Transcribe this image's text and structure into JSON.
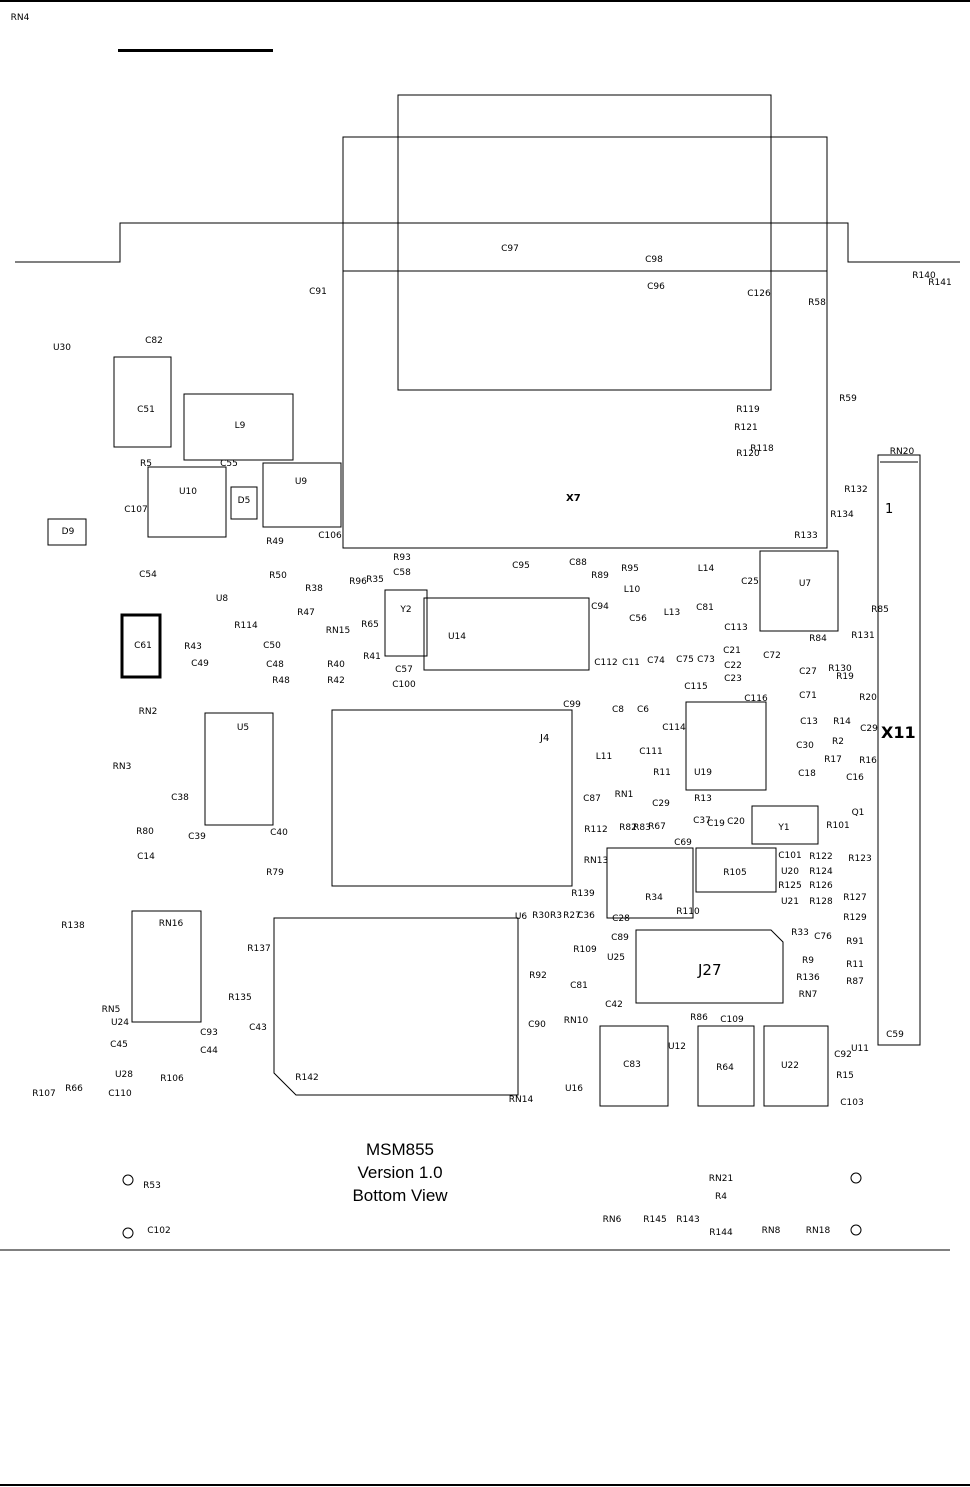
{
  "title_lines": [
    "MSM855",
    "Version 1.0",
    "Bottom View"
  ],
  "connectors": {
    "x7": "X7",
    "x11": "X11",
    "j4": "J4",
    "j27": "J27",
    "pin1": "1"
  },
  "components": [
    {
      "t": "C97"
    },
    {
      "t": "C98"
    },
    {
      "t": "C96"
    },
    {
      "t": "C91"
    },
    {
      "t": "C126"
    },
    {
      "t": "R58"
    },
    {
      "t": "R140"
    },
    {
      "t": "R141"
    },
    {
      "t": "U30"
    },
    {
      "t": "C82"
    },
    {
      "t": "C51"
    },
    {
      "t": "L9"
    },
    {
      "t": "C59"
    },
    {
      "t": "R59"
    },
    {
      "t": "R119"
    },
    {
      "t": "R121"
    },
    {
      "t": "R118"
    },
    {
      "t": "R120"
    },
    {
      "t": "RN20"
    },
    {
      "t": "R5"
    },
    {
      "t": "U10"
    },
    {
      "t": "C55"
    },
    {
      "t": "D5"
    },
    {
      "t": "U9"
    },
    {
      "t": "C107"
    },
    {
      "t": "D9"
    },
    {
      "t": "C106"
    },
    {
      "t": "R49"
    },
    {
      "t": "R133"
    },
    {
      "t": "R132"
    },
    {
      "t": "R134"
    },
    {
      "t": "C54"
    },
    {
      "t": "R93"
    },
    {
      "t": "C58"
    },
    {
      "t": "C95"
    },
    {
      "t": "C88"
    },
    {
      "t": "R89"
    },
    {
      "t": "R95"
    },
    {
      "t": "L14"
    },
    {
      "t": "U7"
    },
    {
      "t": "C25"
    },
    {
      "t": "U8"
    },
    {
      "t": "R38"
    },
    {
      "t": "R96"
    },
    {
      "t": "R35"
    },
    {
      "t": "Y2"
    },
    {
      "t": "L10"
    },
    {
      "t": "C94"
    },
    {
      "t": "C81"
    },
    {
      "t": "R50"
    },
    {
      "t": "R85"
    },
    {
      "t": "R47"
    },
    {
      "t": "R114"
    },
    {
      "t": "RN15"
    },
    {
      "t": "R65"
    },
    {
      "t": "U14"
    },
    {
      "t": "C56"
    },
    {
      "t": "L13"
    },
    {
      "t": "C113"
    },
    {
      "t": "C61"
    },
    {
      "t": "R43"
    },
    {
      "t": "C50"
    },
    {
      "t": "R41"
    },
    {
      "t": "R84"
    },
    {
      "t": "R131"
    },
    {
      "t": "C49"
    },
    {
      "t": "C48"
    },
    {
      "t": "R40"
    },
    {
      "t": "C57"
    },
    {
      "t": "C112"
    },
    {
      "t": "C11"
    },
    {
      "t": "C74"
    },
    {
      "t": "C75"
    },
    {
      "t": "C73"
    },
    {
      "t": "C21"
    },
    {
      "t": "C72"
    },
    {
      "t": "C27"
    },
    {
      "t": "R130"
    },
    {
      "t": "R48"
    },
    {
      "t": "R42"
    },
    {
      "t": "C100"
    },
    {
      "t": "C22"
    },
    {
      "t": "C23"
    },
    {
      "t": "R19"
    },
    {
      "t": "C115"
    },
    {
      "t": "C116"
    },
    {
      "t": "C71"
    },
    {
      "t": "R20"
    },
    {
      "t": "RN2"
    },
    {
      "t": "U5"
    },
    {
      "t": "C99"
    },
    {
      "t": "C8"
    },
    {
      "t": "C6"
    },
    {
      "t": "C114"
    },
    {
      "t": "C13"
    },
    {
      "t": "R14"
    },
    {
      "t": "C29"
    },
    {
      "t": "C30"
    },
    {
      "t": "R2"
    },
    {
      "t": "L11"
    },
    {
      "t": "C111"
    },
    {
      "t": "R11"
    },
    {
      "t": "U19"
    },
    {
      "t": "C18"
    },
    {
      "t": "R17"
    },
    {
      "t": "R16"
    },
    {
      "t": "C16"
    },
    {
      "t": "RN3"
    },
    {
      "t": "C38"
    },
    {
      "t": "RN1"
    },
    {
      "t": "C87"
    },
    {
      "t": "C29"
    },
    {
      "t": "R13"
    },
    {
      "t": "Q1"
    },
    {
      "t": "Y1"
    },
    {
      "t": "R101"
    },
    {
      "t": "R80"
    },
    {
      "t": "C39"
    },
    {
      "t": "C40"
    },
    {
      "t": "R112"
    },
    {
      "t": "R82"
    },
    {
      "t": "R83"
    },
    {
      "t": "R67"
    },
    {
      "t": "C37"
    },
    {
      "t": "C19"
    },
    {
      "t": "C20"
    },
    {
      "t": "C69"
    },
    {
      "t": "C101"
    },
    {
      "t": "R122"
    },
    {
      "t": "R123"
    },
    {
      "t": "C14"
    },
    {
      "t": "R79"
    },
    {
      "t": "RN13"
    },
    {
      "t": "R105"
    },
    {
      "t": "U20"
    },
    {
      "t": "R124"
    },
    {
      "t": "R125"
    },
    {
      "t": "R126"
    },
    {
      "t": "R127"
    },
    {
      "t": "R139"
    },
    {
      "t": "R34"
    },
    {
      "t": "U21"
    },
    {
      "t": "R128"
    },
    {
      "t": "R129"
    },
    {
      "t": "R138"
    },
    {
      "t": "RN16"
    },
    {
      "t": "U6"
    },
    {
      "t": "R30"
    },
    {
      "t": "R3"
    },
    {
      "t": "R27"
    },
    {
      "t": "C36"
    },
    {
      "t": "C28"
    },
    {
      "t": "R110"
    },
    {
      "t": "R33"
    },
    {
      "t": "C76"
    },
    {
      "t": "R91"
    },
    {
      "t": "R137"
    },
    {
      "t": "C89"
    },
    {
      "t": "R109"
    },
    {
      "t": "U25"
    },
    {
      "t": "R9"
    },
    {
      "t": "R11"
    },
    {
      "t": "R136"
    },
    {
      "t": "R92"
    },
    {
      "t": "C81"
    },
    {
      "t": "RN7"
    },
    {
      "t": "R87"
    },
    {
      "t": "R135"
    },
    {
      "t": "RN5"
    },
    {
      "t": "C42"
    },
    {
      "t": "U24"
    },
    {
      "t": "C43"
    },
    {
      "t": "C93"
    },
    {
      "t": "C44"
    },
    {
      "t": "C90"
    },
    {
      "t": "RN10"
    },
    {
      "t": "R86"
    },
    {
      "t": "C109"
    },
    {
      "t": "C45"
    },
    {
      "t": "C83"
    },
    {
      "t": "U12"
    },
    {
      "t": "R64"
    },
    {
      "t": "U22"
    },
    {
      "t": "U11"
    },
    {
      "t": "C92"
    },
    {
      "t": "R15"
    },
    {
      "t": "U28"
    },
    {
      "t": "R106"
    },
    {
      "t": "RN14"
    },
    {
      "t": "R66"
    },
    {
      "t": "C110"
    },
    {
      "t": "R107"
    },
    {
      "t": "R142"
    },
    {
      "t": "U16"
    },
    {
      "t": "RN21"
    },
    {
      "t": "C103"
    },
    {
      "t": "R53"
    },
    {
      "t": "R4"
    },
    {
      "t": "C102"
    },
    {
      "t": "RN6"
    },
    {
      "t": "R145"
    },
    {
      "t": "R143"
    },
    {
      "t": "R144"
    },
    {
      "t": "RN8"
    },
    {
      "t": "RN18"
    },
    {
      "t": "RN4"
    }
  ]
}
